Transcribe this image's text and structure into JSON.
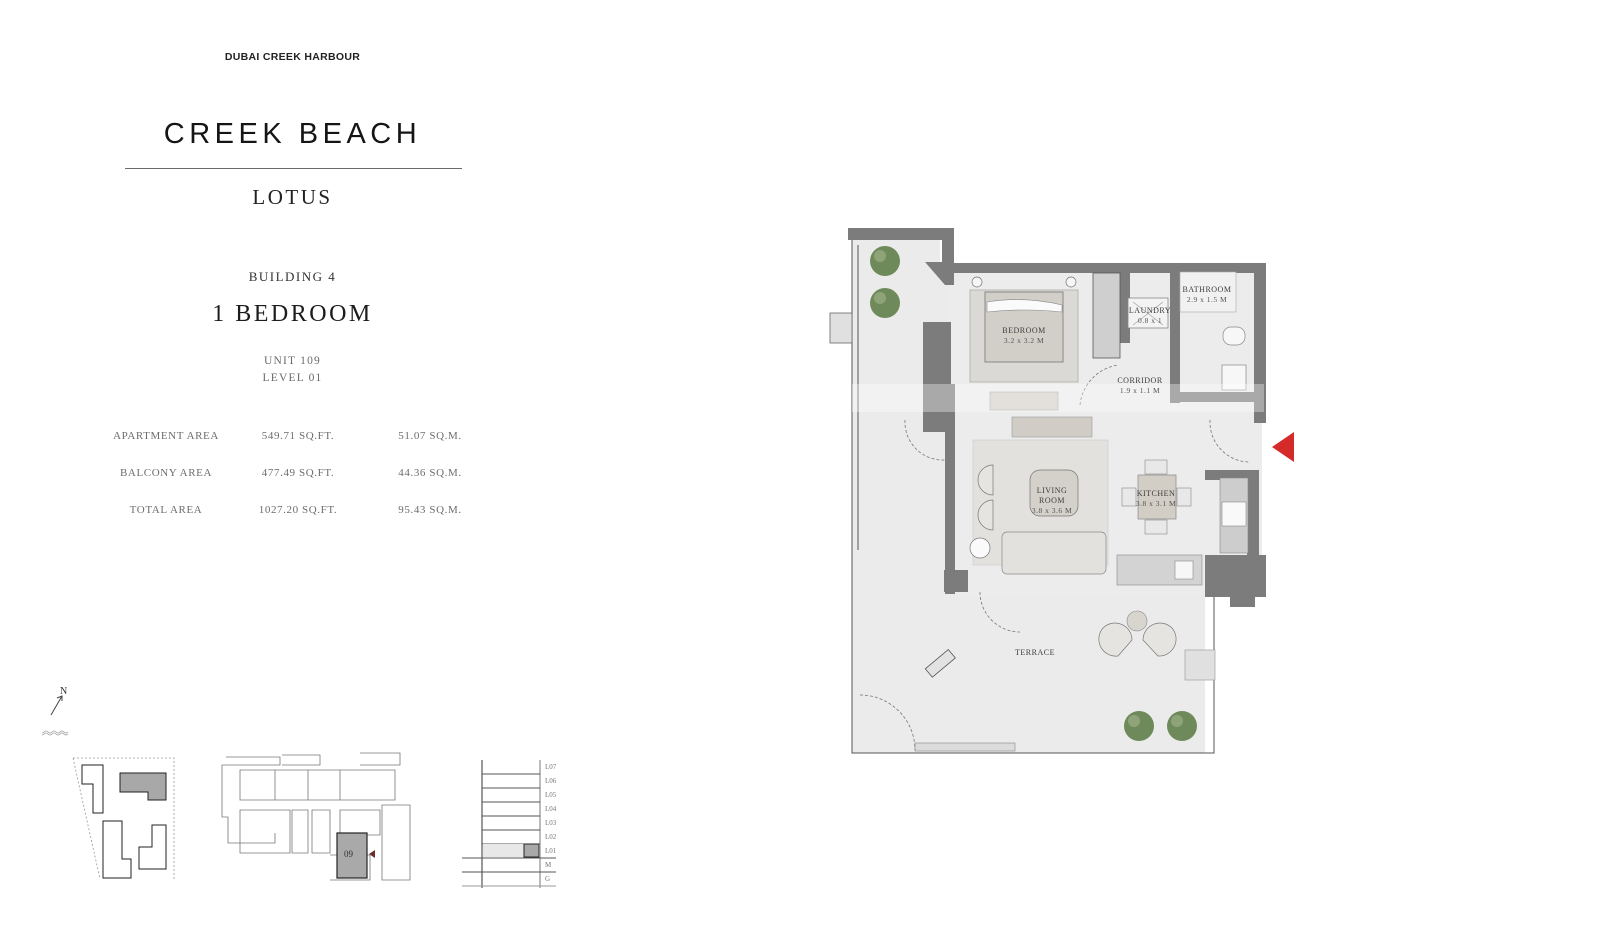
{
  "header": {
    "brand": "DUBAI CREEK HARBOUR",
    "project": "CREEK BEACH",
    "collection": "LOTUS"
  },
  "unit": {
    "building": "BUILDING 4",
    "type": "1 BEDROOM",
    "unit_no": "UNIT 109",
    "level": "LEVEL 01"
  },
  "areas": [
    {
      "label": "APARTMENT AREA",
      "sqft": "549.71 SQ.FT.",
      "sqm": "51.07 SQ.M."
    },
    {
      "label": "BALCONY AREA",
      "sqft": "477.49 SQ.FT.",
      "sqm": "44.36 SQ.M."
    },
    {
      "label": "TOTAL AREA",
      "sqft": "1027.20 SQ.FT.",
      "sqm": "95.43 SQ.M."
    }
  ],
  "floorplan": {
    "rooms": {
      "bedroom": {
        "name": "BEDROOM",
        "dim": "3.2 x 3.2 M"
      },
      "bathroom": {
        "name": "BATHROOM",
        "dim": "2.9 x 1.5 M"
      },
      "laundry": {
        "name": "LAUNDRY",
        "dim": "0.8 x 1"
      },
      "corridor": {
        "name": "CORRIDOR",
        "dim": "1.9 x 1.1 M"
      },
      "living": {
        "name": "LIVING ROOM",
        "dim": "3.8 x 3.6 M"
      },
      "kitchen": {
        "name": "KITCHEN",
        "dim": "3.8 x 3.1 M"
      },
      "terrace": {
        "name": "TERRACE"
      }
    },
    "entrance_marker_color": "#d42a2a",
    "wall_color": "#7a7a7a",
    "floor_color": "#ebebeb"
  },
  "compass": {
    "label": "N"
  },
  "keyplan": {
    "highlight_unit": "09"
  },
  "levels": {
    "labels": [
      "L07",
      "L06",
      "L05",
      "L04",
      "L03",
      "L02",
      "L01",
      "M",
      "G"
    ],
    "current": "L01"
  }
}
